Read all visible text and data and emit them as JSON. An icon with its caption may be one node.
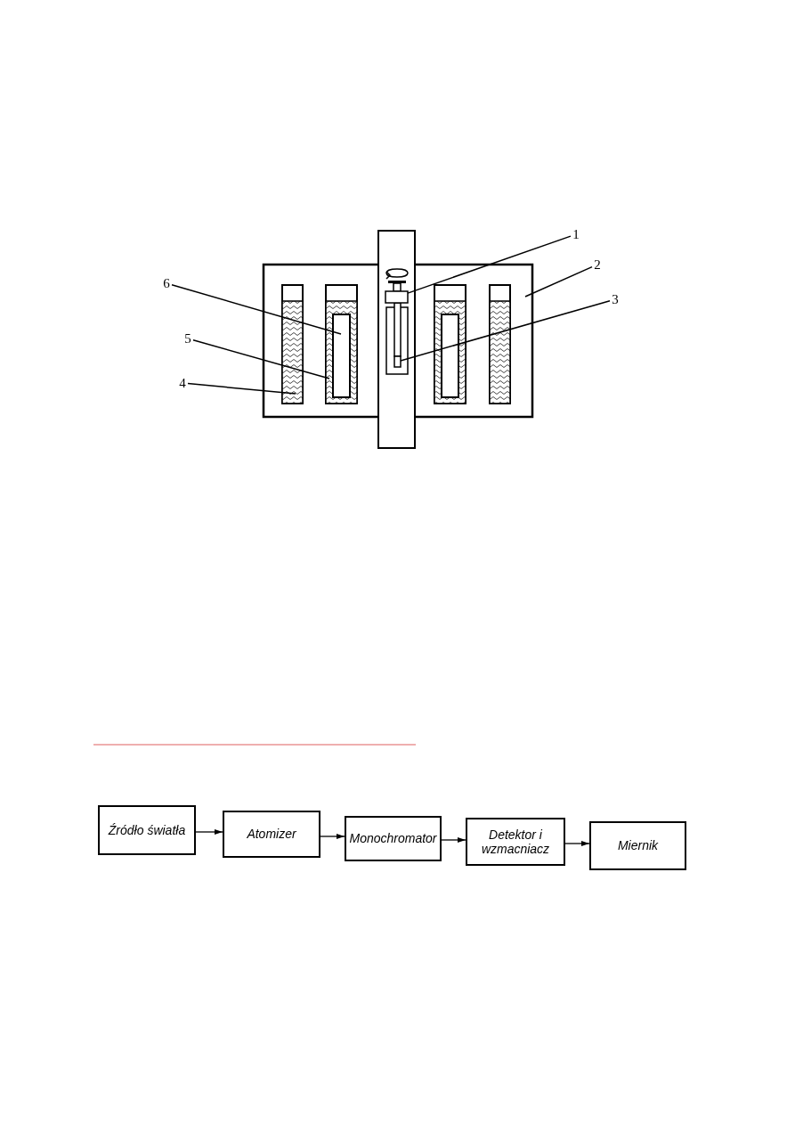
{
  "diagram": {
    "nodes": [
      {
        "text": [
          "1"
        ]
      },
      {
        "text": [
          "2"
        ]
      },
      {
        "text": [
          "3"
        ]
      },
      {
        "text": [
          "4"
        ]
      },
      {
        "text": [
          "5"
        ]
      },
      {
        "text": [
          "6"
        ]
      },
      {
        "text": [
          "Źródło światła"
        ]
      },
      {
        "text": [
          "Atomizer"
        ]
      },
      {
        "text": [
          "Monochromator"
        ]
      },
      {
        "text": [
          "Detektor i wzmacniacz"
        ]
      },
      {
        "text": [
          "Miernik"
        ]
      },
      {
        "text": [],
        "shape": "box"
      },
      {
        "text": [],
        "shape": "box"
      }
    ],
    "edges": [
      {
        "from": 0,
        "to": 11,
        "arrow": "none"
      },
      {
        "from": 1,
        "to": null,
        "arrow": "none"
      },
      {
        "from": 2,
        "to": 12,
        "arrow": "none"
      },
      {
        "from": 3,
        "to": null,
        "arrow": "none"
      },
      {
        "from": 4,
        "to": null,
        "arrow": "none"
      },
      {
        "from": 5,
        "to": null,
        "arrow": "none"
      },
      {
        "from": 6,
        "to": 7,
        "arrow": "to"
      },
      {
        "from": 7,
        "to": 8,
        "arrow": "to"
      },
      {
        "from": 8,
        "to": 9,
        "arrow": "to"
      },
      {
        "from": 9,
        "to": 10,
        "arrow": "to"
      }
    ]
  }
}
